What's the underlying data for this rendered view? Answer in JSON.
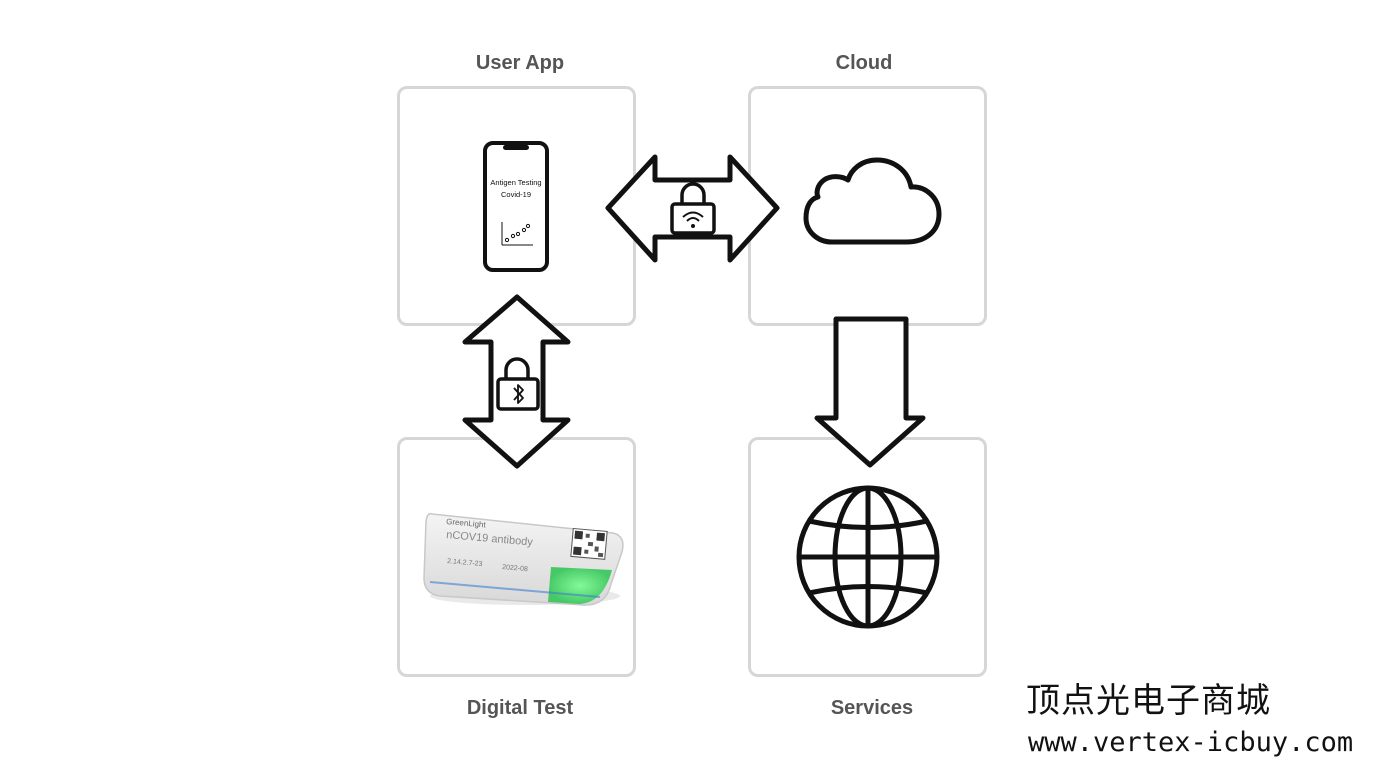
{
  "nodes": {
    "user_app": {
      "label": "User App",
      "icon": "smartphone-icon",
      "phone_title": "Antigen Testing",
      "phone_subtitle": "Covid-19"
    },
    "cloud": {
      "label": "Cloud",
      "icon": "cloud-icon"
    },
    "digital_test": {
      "label": "Digital Test",
      "icon": "test-device-icon",
      "device_brand": "GreenLight",
      "device_name": "nCOV19 antibody",
      "device_lot": "2.14.2.7-23",
      "device_expiry": "2022-08"
    },
    "services": {
      "label": "Services",
      "icon": "globe-icon"
    }
  },
  "connections": [
    {
      "from": "user_app",
      "to": "cloud",
      "direction": "bidirectional",
      "icon": "wifi-lock-icon"
    },
    {
      "from": "user_app",
      "to": "digital_test",
      "direction": "bidirectional",
      "icon": "bluetooth-lock-icon"
    },
    {
      "from": "cloud",
      "to": "services",
      "direction": "one-way",
      "icon": ""
    }
  ],
  "watermark": {
    "title": "顶点光电子商城",
    "url": "www.vertex-icbuy.com"
  },
  "colors": {
    "box_border": "#d6d6d6",
    "label": "#555555",
    "stroke": "#111111",
    "device_glow": "#5ee07a"
  }
}
